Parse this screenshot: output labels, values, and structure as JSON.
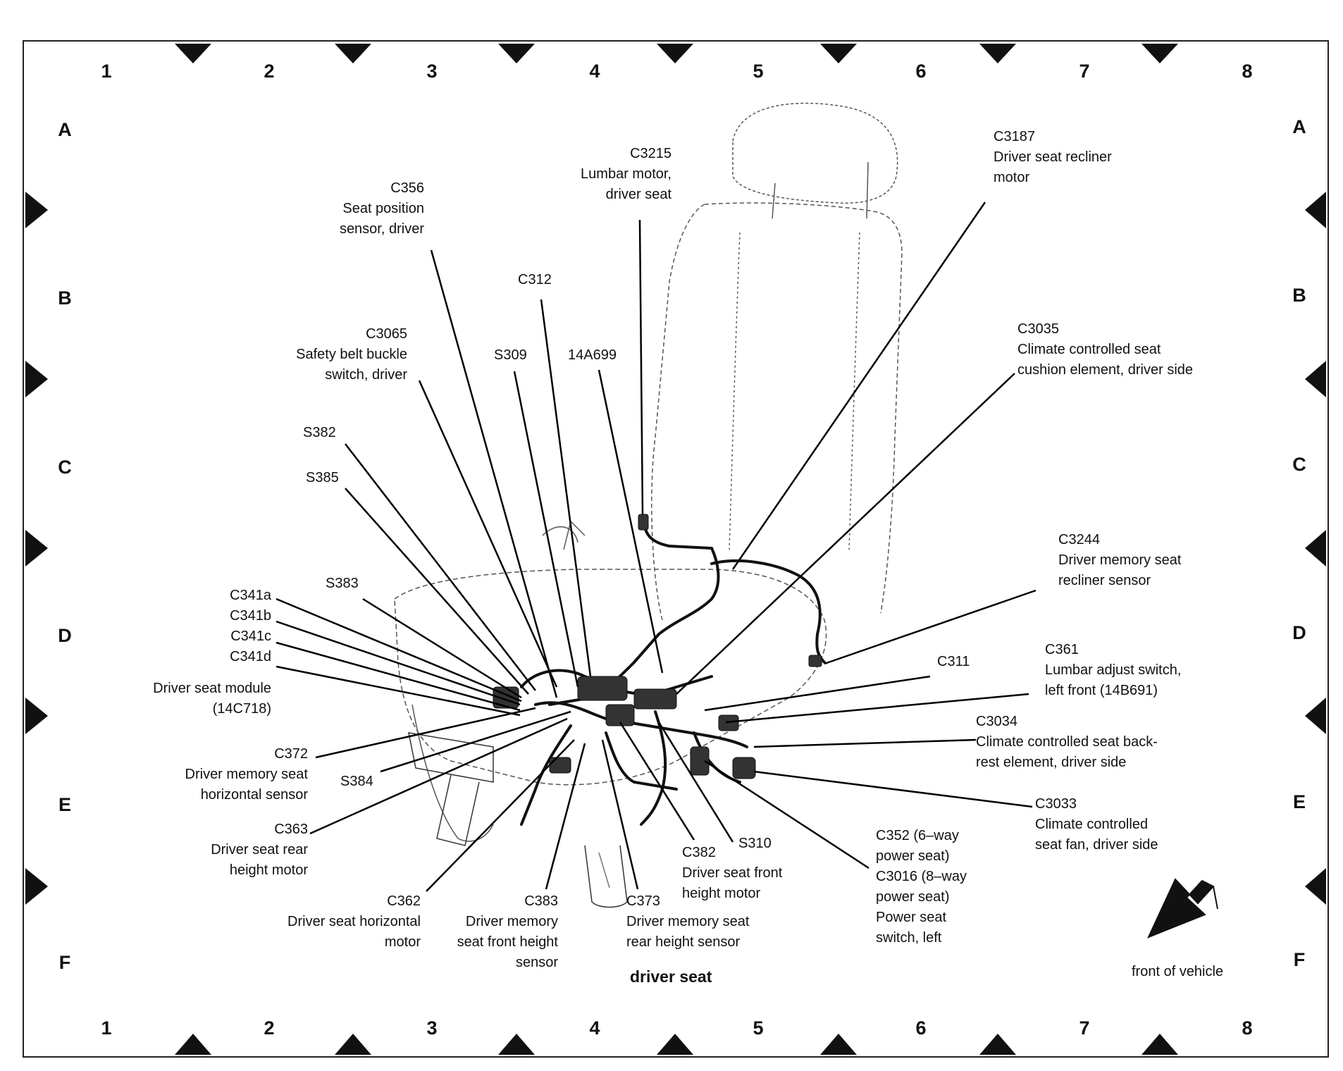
{
  "diagram": {
    "title": "driver seat",
    "orientation_note": "front of vehicle",
    "columns": [
      "1",
      "2",
      "3",
      "4",
      "5",
      "6",
      "7",
      "8"
    ],
    "rows": [
      "A",
      "B",
      "C",
      "D",
      "E",
      "F"
    ],
    "labels": {
      "c3215": {
        "code": "C3215",
        "desc": [
          "Lumbar motor,",
          "driver seat"
        ]
      },
      "c3187": {
        "code": "C3187",
        "desc": [
          "Driver seat recliner",
          "motor"
        ]
      },
      "c356": {
        "code": "C356",
        "desc": [
          "Seat position",
          "sensor, driver"
        ]
      },
      "c312": {
        "code": "C312",
        "desc": []
      },
      "c3065": {
        "code": "C3065",
        "desc": [
          "Safety belt buckle",
          "switch, driver"
        ]
      },
      "s309": {
        "code": "S309",
        "desc": []
      },
      "a14a699": {
        "code": "14A699",
        "desc": []
      },
      "c3035": {
        "code": "C3035",
        "desc": [
          "Climate controlled seat",
          "cushion element, driver side"
        ]
      },
      "s382": {
        "code": "S382",
        "desc": []
      },
      "s385": {
        "code": "S385",
        "desc": []
      },
      "c3244": {
        "code": "C3244",
        "desc": [
          "Driver memory seat",
          "recliner sensor"
        ]
      },
      "s383": {
        "code": "S383",
        "desc": []
      },
      "c341": {
        "codes": [
          "C341a",
          "C341b",
          "C341c",
          "C341d"
        ],
        "desc": [
          "Driver seat module",
          "(14C718)"
        ]
      },
      "c311": {
        "code": "C311",
        "desc": []
      },
      "c361": {
        "code": "C361",
        "desc": [
          "Lumbar adjust switch,",
          "left front (14B691)"
        ]
      },
      "c3034": {
        "code": "C3034",
        "desc": [
          "Climate controlled seat back-",
          "rest element, driver side"
        ]
      },
      "c372": {
        "code": "C372",
        "desc": [
          "Driver memory seat",
          "horizontal sensor"
        ]
      },
      "s384": {
        "code": "S384",
        "desc": []
      },
      "c3033": {
        "code": "C3033",
        "desc": [
          "Climate controlled",
          "seat fan, driver side"
        ]
      },
      "c363": {
        "code": "C363",
        "desc": [
          "Driver seat rear",
          "height motor"
        ]
      },
      "s310": {
        "code": "S310",
        "desc": []
      },
      "c382": {
        "code": "C382",
        "desc": [
          "Driver seat front",
          "height motor"
        ]
      },
      "c352": {
        "desc": [
          "C352 (6–way",
          "power seat)",
          "C3016 (8–way",
          "power seat)",
          "Power seat",
          "switch, left"
        ]
      },
      "c362": {
        "code": "C362",
        "desc": [
          "Driver seat horizontal",
          "motor"
        ]
      },
      "c383": {
        "code": "C383",
        "desc": [
          "Driver memory",
          "seat front height",
          "sensor"
        ]
      },
      "c373": {
        "code": "C373",
        "desc": [
          "Driver memory seat",
          "rear height sensor"
        ]
      }
    }
  }
}
